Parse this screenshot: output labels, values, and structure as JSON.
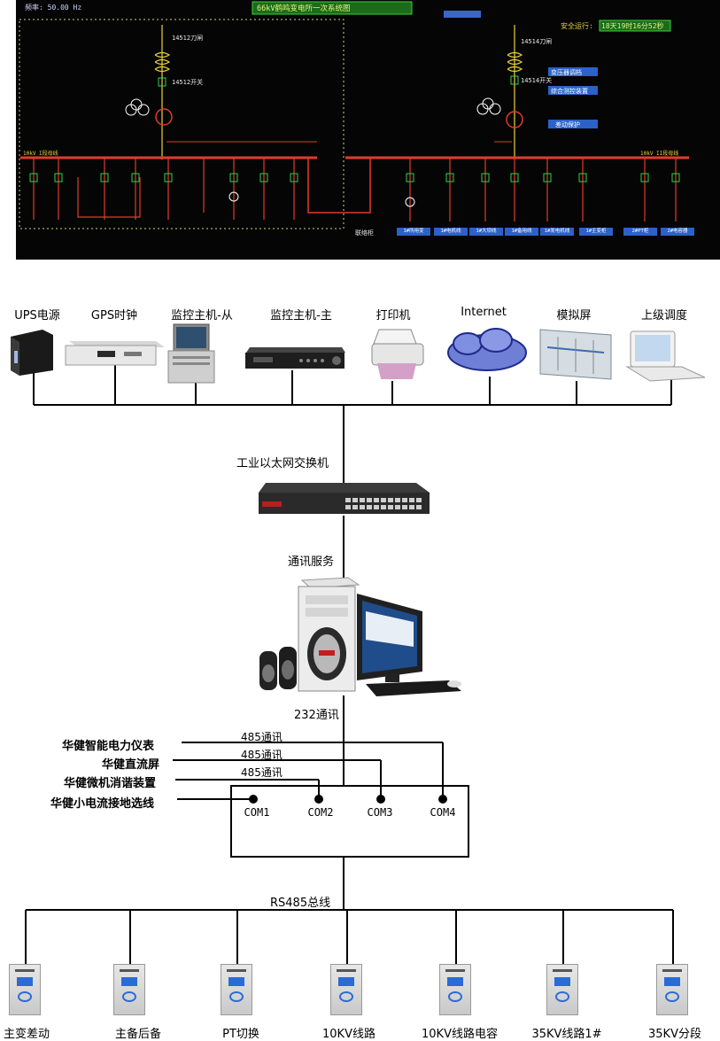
{
  "scada": {
    "title": "66kV鹤鸣变电所一次系统图",
    "freq": "频率: 50.00  Hz",
    "safe_run_label": "安全运行:",
    "safe_run_value": "18天19时16分52秒",
    "left_switch": "14512刀闸",
    "left_breaker": "14512开关",
    "right_switch": "14514刀闸",
    "right_breaker": "14514开关",
    "left_bus": "10kV I段母线",
    "right_bus": "10kV II段母线",
    "btn1": "变压器调档",
    "btn2": "综合测控装置",
    "btn3": "差动保护",
    "lianluo": "联络柜",
    "feeders": [
      "1#所用变",
      "1#电机线",
      "1#大坝线",
      "1#备用线",
      "1#发电机线",
      "1#主变柜",
      "2#PT柜",
      "2#电容器"
    ]
  },
  "top_devices": [
    {
      "label": "UPS电源",
      "icon": "ups-icon"
    },
    {
      "label": "GPS时钟",
      "icon": "gps-clock-icon"
    },
    {
      "label": "监控主机-从",
      "icon": "server-slave-icon"
    },
    {
      "label": "监控主机-主",
      "icon": "server-master-icon"
    },
    {
      "label": "打印机",
      "icon": "printer-icon"
    },
    {
      "label": "Internet",
      "icon": "cloud-icon"
    },
    {
      "label": "模拟屏",
      "icon": "mimic-panel-icon"
    },
    {
      "label": "上级调度",
      "icon": "laptop-icon"
    }
  ],
  "switch_label": "工业以太网交换机",
  "comm_service": "通讯服务",
  "comm_232": "232通讯",
  "sources": [
    "华健智能电力仪表",
    "华健直流屏",
    "华健微机消谐装置",
    "华健小电流接地选线"
  ],
  "protocols": [
    "485通讯",
    "485通讯",
    "485通讯"
  ],
  "coms": [
    "COM1",
    "COM2",
    "COM3",
    "COM4"
  ],
  "bus_label": "RS485总线",
  "bottom_devices": [
    "主变差动",
    "主备后备",
    "PT切换",
    "10KV线路",
    "10KV线路电容",
    "35KV线路1#",
    "35KV分段"
  ],
  "colors": {
    "scada_bg": "#050505",
    "bus_red": "#e23b2a",
    "element_green": "#2fd44a",
    "element_yellow": "#e8d23a",
    "button_blue": "#2b62c8"
  }
}
